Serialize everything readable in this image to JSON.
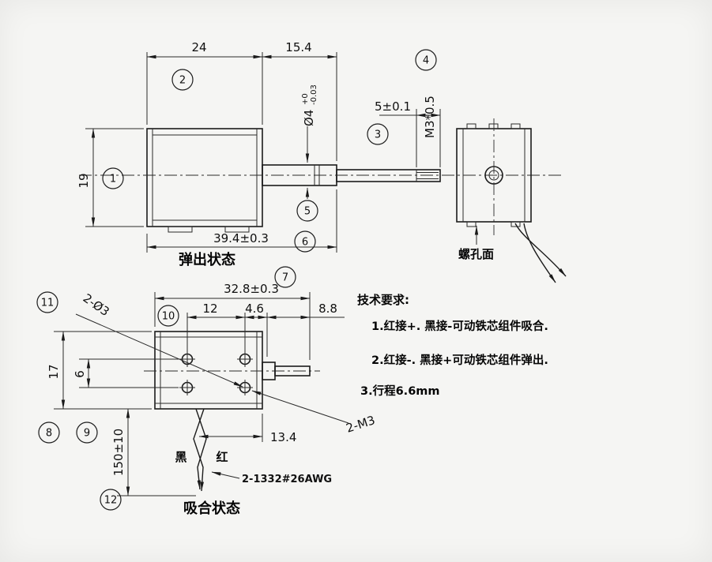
{
  "page": {
    "background": "#f5f5f3",
    "line_color": "#1c1c1c"
  },
  "side_view": {
    "state_label": "弹出状态",
    "dim_24": "24",
    "dim_15_4": "15.4",
    "dim_19": "19",
    "shaft_dia": {
      "main": "Ø4",
      "tol_upper": "+0",
      "tol_lower": "-0.03"
    },
    "dim_5": "5±0.1",
    "thread": "M3*0.5",
    "dim_39_4": "39.4±0.3"
  },
  "end_view": {
    "face_label": "螺孔面"
  },
  "top_view": {
    "state_label": "吸合状态",
    "dim_32_8": "32.8±0.3",
    "dim_12": "12",
    "dim_4_6": "4.6",
    "dim_8_8": "8.8",
    "dim_17": "17",
    "dim_6": "6",
    "holes_label": "2-Ø3",
    "thread_label": "2-M3",
    "dim_13_4": "13.4",
    "wire_length": "150±10",
    "wire_black": "黑",
    "wire_red": "红",
    "wire_spec": "2-1332#26AWG"
  },
  "balloons": [
    "1",
    "2",
    "3",
    "4",
    "5",
    "6",
    "7",
    "8",
    "9",
    "10",
    "11",
    "12"
  ],
  "tech_notes": {
    "title": "技术要求:",
    "note1": "1.红接+. 黑接-可动铁芯组件吸合.",
    "note2": "2.红接-. 黑接+可动铁芯组件弹出.",
    "note3": "3.行程6.6mm"
  }
}
